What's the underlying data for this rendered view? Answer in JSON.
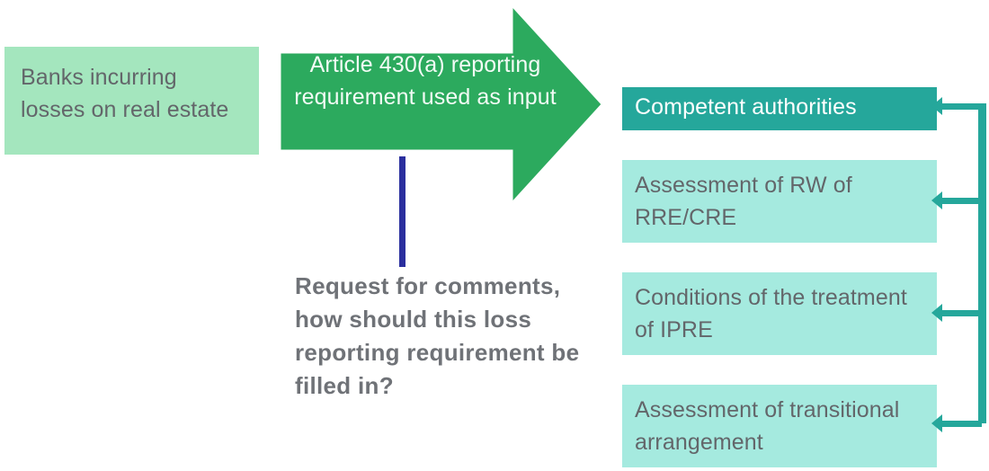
{
  "source": {
    "label": "Banks incurring losses on real estate",
    "fill": "#a4e6be",
    "text_color": "#63666a"
  },
  "arrow": {
    "label": "Article 430(a) reporting requirement used as input",
    "fill": "#2caa5e",
    "text_color": "#f2fbf5",
    "direction": "right"
  },
  "connector": {
    "vertical_color": "#2b2f9e"
  },
  "note": {
    "text": "Request for comments, how should this loss reporting requirement be filled in?",
    "text_color": "#6f7277"
  },
  "outcomes": {
    "bus_color": "#25a79b",
    "items": [
      {
        "label": "Competent authorities",
        "style": "primary",
        "fill": "#25a79b",
        "text_color": "#ffffff"
      },
      {
        "label": "Assessment of RW of RRE/CRE",
        "style": "secondary",
        "fill": "#a5eadf",
        "text_color": "#63666a"
      },
      {
        "label": "Conditions of the treatment of IPRE",
        "style": "secondary",
        "fill": "#a5eadf",
        "text_color": "#63666a"
      },
      {
        "label": "Assessment of transitional arrangement",
        "style": "secondary",
        "fill": "#a5eadf",
        "text_color": "#63666a"
      }
    ]
  }
}
